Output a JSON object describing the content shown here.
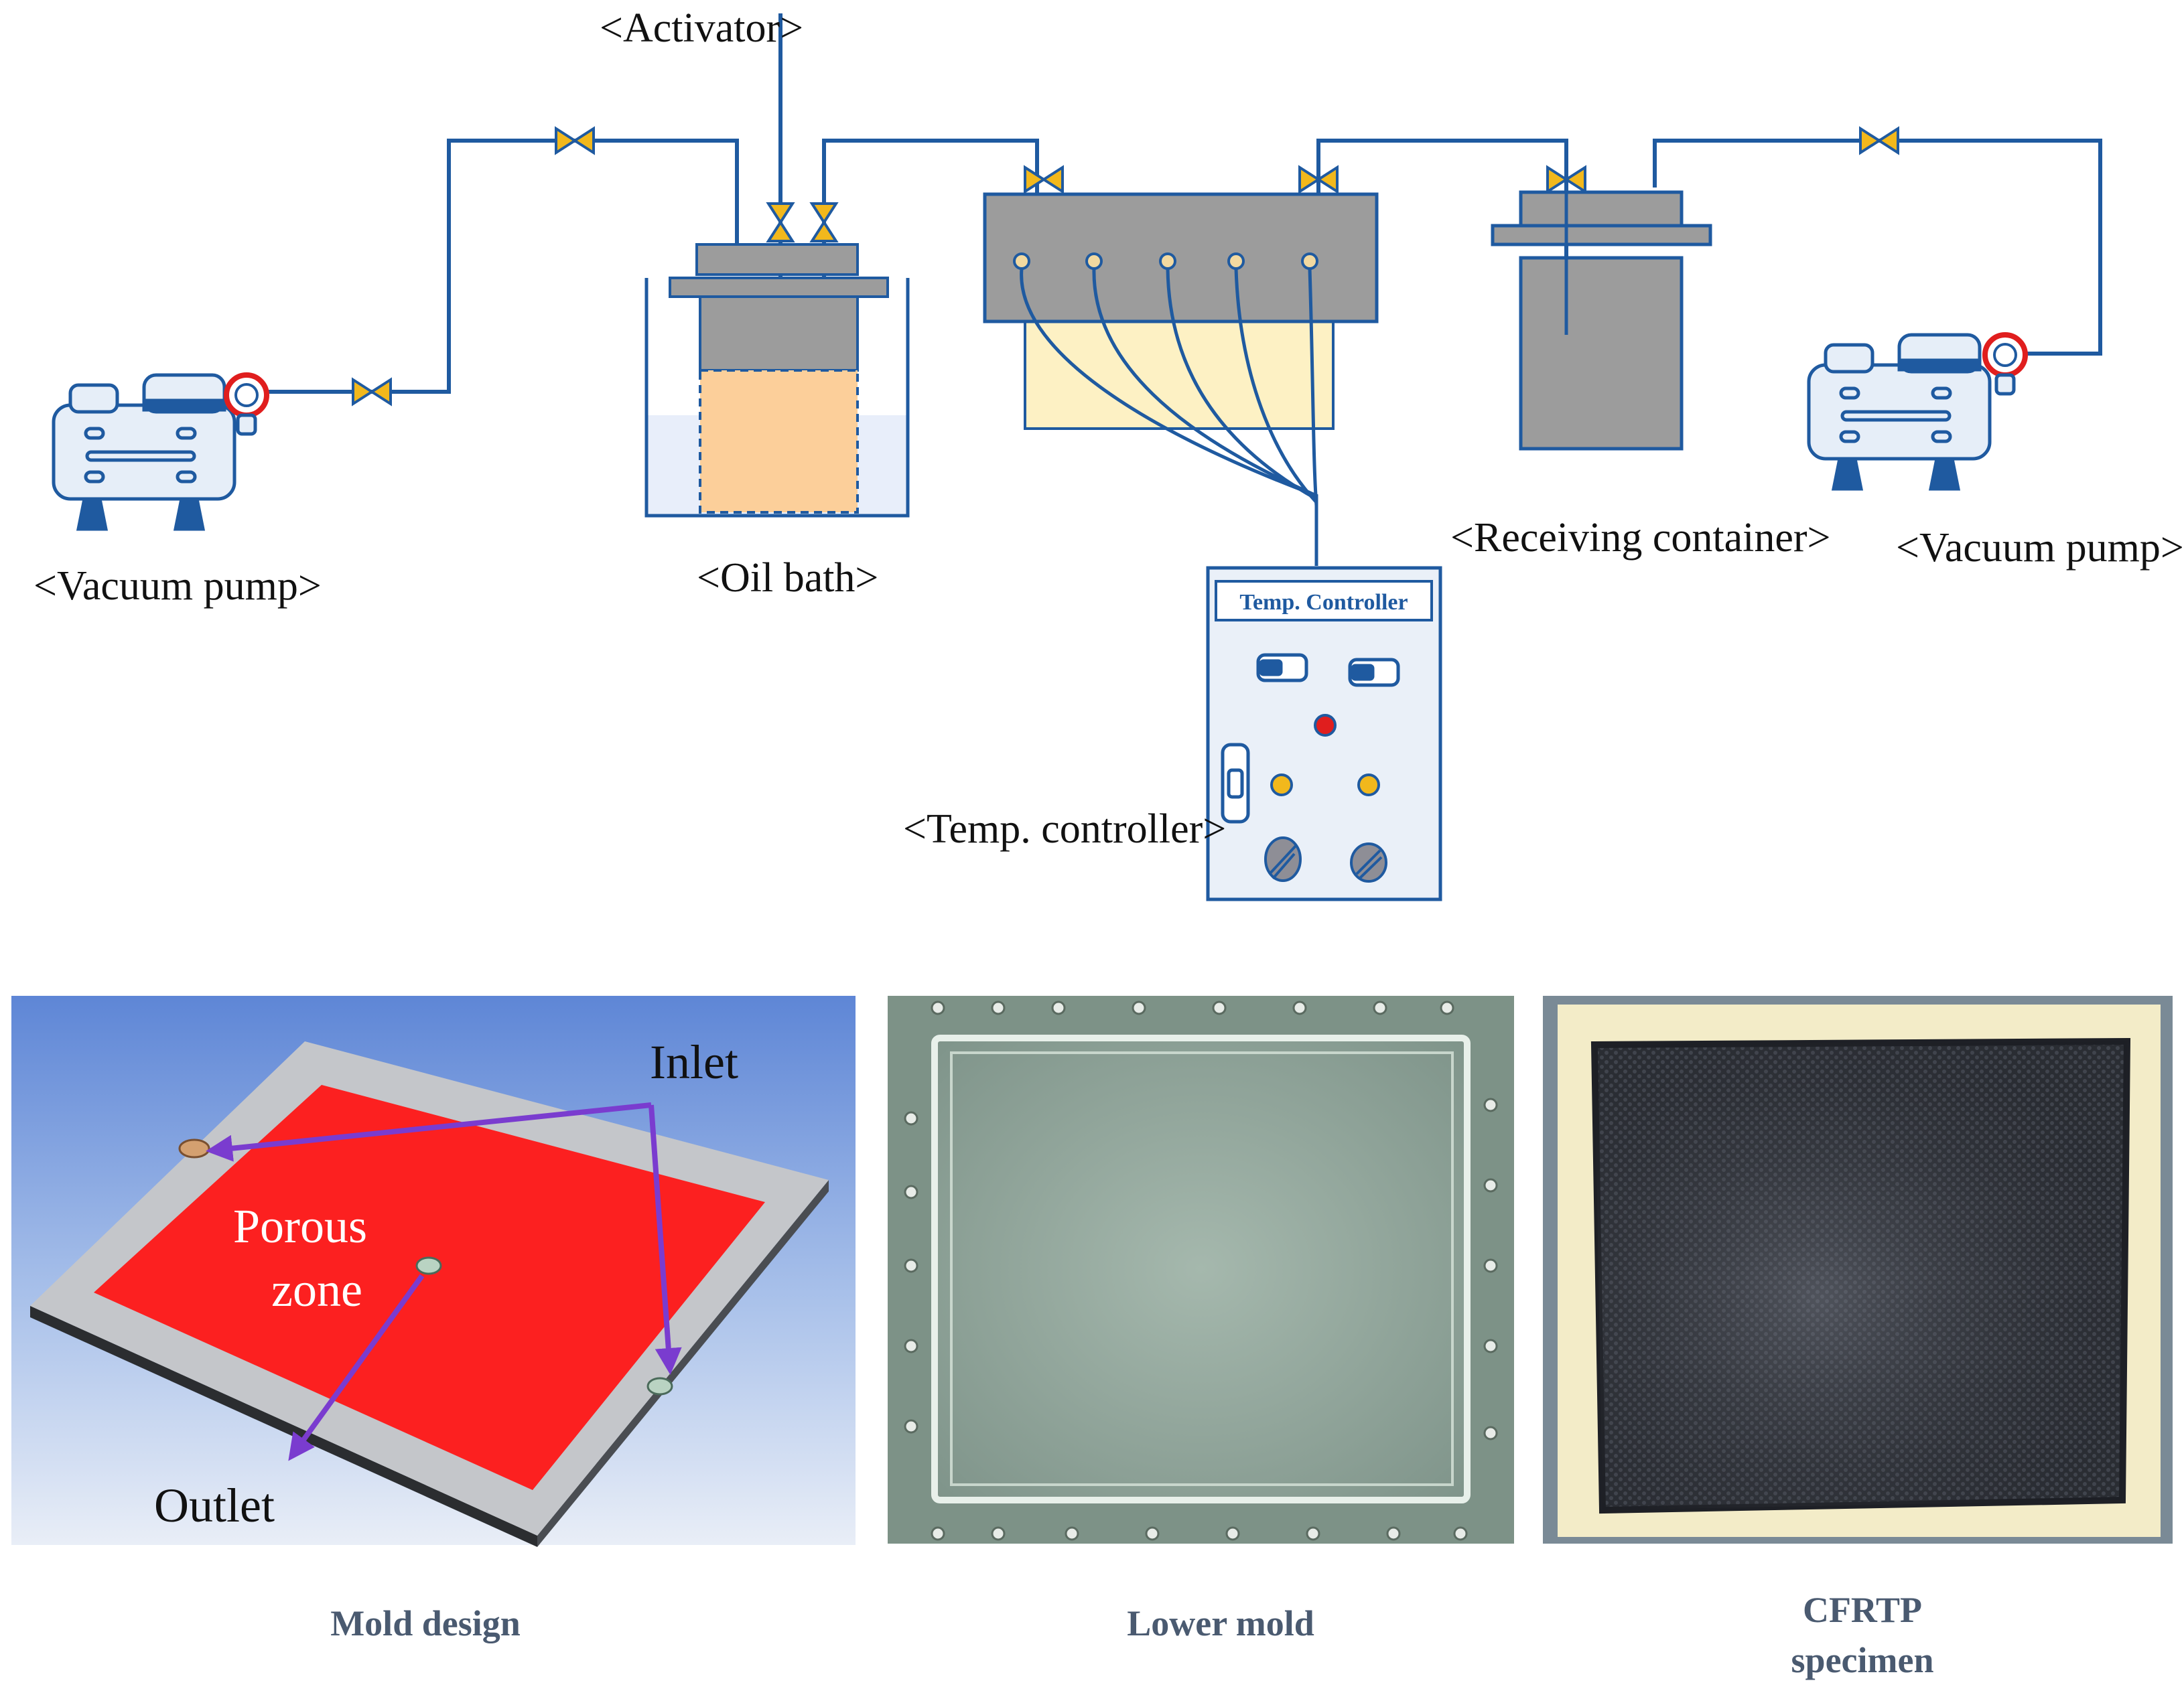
{
  "labels": {
    "activator": "<Activator>",
    "vacuum_pump_left": "<Vacuum pump>",
    "oil_bath": "<Oil bath>",
    "receiving_container": "<Receiving container>",
    "vacuum_pump_right": "<Vacuum pump>",
    "temp_controller": "<Temp. controller>",
    "temp_controller_panel": "Temp. Controller"
  },
  "mold_design": {
    "inlet": "Inlet",
    "porous_line1": "Porous",
    "porous_line2": "zone",
    "outlet": "Outlet"
  },
  "captions": {
    "mold_design": "Mold design",
    "lower_mold": "Lower mold",
    "specimen_line1": "CFRTP",
    "specimen_line2": "specimen"
  },
  "colors": {
    "pipe": "#1f5aa0",
    "valve": "#f2b81c",
    "vessel_gray": "#9c9c9c",
    "oil": "#fccf9a",
    "porous_zone": "#fc2020",
    "arrow": "#7a3ccf"
  }
}
